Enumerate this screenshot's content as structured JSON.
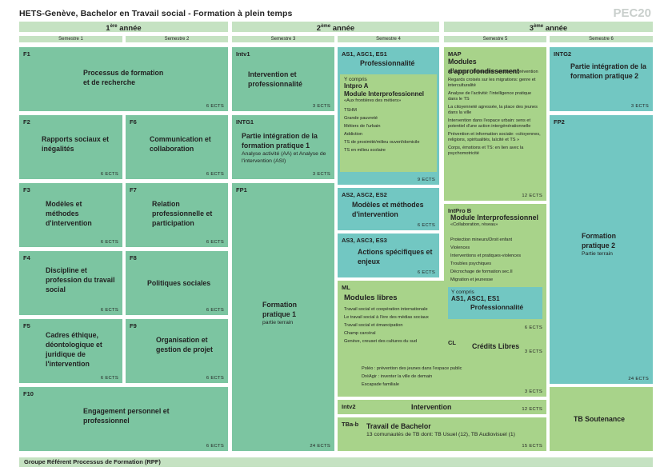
{
  "title": "HETS-Genève, Bachelor en Travail social - Formation à plein temps",
  "tag": "PEC20",
  "years": [
    {
      "num": "1",
      "sup": "ère",
      "label": " année"
    },
    {
      "num": "2",
      "sup": "ème",
      "label": " année"
    },
    {
      "num": "3",
      "sup": "ème",
      "label": " année"
    }
  ],
  "semesters": [
    "Semestre 1",
    "Semestre 2",
    "Semestre 3",
    "Semestre 4",
    "Semestre 5",
    "Semestre 6"
  ],
  "modules": {
    "f1": {
      "code": "F1",
      "name": "Processus de formation et de recherche",
      "ects": "6 ECTS"
    },
    "f2": {
      "code": "F2",
      "name": "Rapports sociaux et inégalités",
      "ects": "6 ECTS"
    },
    "f6": {
      "code": "F6",
      "name": "Communication et collaboration",
      "ects": "6 ECTS"
    },
    "f3": {
      "code": "F3",
      "name": "Modèles et méthodes d'intervention",
      "ects": "6 ECTS"
    },
    "f7": {
      "code": "F7",
      "name": "Relation professionnelle et participation",
      "ects": "6 ECTS"
    },
    "f4": {
      "code": "F4",
      "name": "Discipline et profession du travail social",
      "ects": "6 ECTS"
    },
    "f8": {
      "code": "F8",
      "name": "Politiques sociales",
      "ects": "6 ECTS"
    },
    "f5": {
      "code": "F5",
      "name": "Cadres éthique, déontologique et juridique de l'intervention",
      "ects": "6 ECTS"
    },
    "f9": {
      "code": "F9",
      "name": "Organisation et gestion de projet",
      "ects": "6 ECTS"
    },
    "f10": {
      "code": "F10",
      "name": "Engagement personnel et professionnel",
      "ects": "6 ECTS"
    },
    "intv1": {
      "code": "Intv1",
      "name": "Intervention et professionnalité",
      "ects": "3 ECTS"
    },
    "intg1": {
      "code": "INTG1",
      "name": "Partie intégration de la formation pratique 1",
      "sub": "Analyse activité (AA) et Analyse de l'intervention (ASI)",
      "ects": "3 ECTS"
    },
    "fp1": {
      "code": "FP1",
      "name": "Formation pratique 1",
      "sub": "partie terrain",
      "ects": "24 ECTS"
    },
    "as1": {
      "code": "AS1, ASC1, ES1",
      "name": "Professionnalité",
      "ects": "9 ECTS",
      "inner_pre": "Y compris",
      "inner_code": "Intpro A",
      "inner_name": "Module Interprofessionnel",
      "inner_sub": "«Aux frontières des métiers»",
      "items": [
        "TSHM",
        "Grande pauvreté",
        "Métiers de l'urbain",
        "Addiction",
        "TS de proximité/milieu ouvert/domicile",
        "TS en milieu scolaire"
      ]
    },
    "as2": {
      "code": "AS2, ASC2, ES2",
      "name": "Modèles et méthodes d'intervention",
      "ects": "6 ECTS"
    },
    "as3": {
      "code": "AS3, ASC3, ES3",
      "name": "Actions spécifiques et enjeux",
      "ects": "6 ECTS"
    },
    "ml": {
      "code": "ML",
      "name": "Modules libres",
      "ects": "3 ECTS",
      "items": [
        "Travail social et coopération internationale",
        "Le travail social à l'ère des médias sociaux",
        "Travail social et émancipation",
        "Champ carcéral",
        "Genève, creuset des cultures du sud"
      ],
      "items2": [
        "Poléo : prévention des jeunes dans l'espace public",
        "DréAgir : inventer la ville de demain",
        "Escapade familiale"
      ]
    },
    "intv2": {
      "code": "Intv2",
      "name": "Intervention",
      "ects": "12 ECTS"
    },
    "tb": {
      "code": "TBa-b",
      "name": "Travail de Bachelor",
      "sub": "13 comunautés de TB dont: TB Usuel (12), TB Audiovisuel (1)",
      "ects": "15 ECTS"
    },
    "map": {
      "code": "MAP",
      "name": "Modules d'approfondissement",
      "ects": "12 ECTS",
      "items": [
        "Addictions - intervention sociale et prévention",
        "Regards croisés sur les migrations: genre et interculturalité",
        "Analyse de l'activité: l'intelligence pratique dans le TS",
        "La citoyenneté agressée, la place des jeunes dans la ville",
        "Intervention dans l'espace urbain: sens et potentiel d'une action intergénérationnelle",
        "Prévention et information sociale: «citoyennes, religions, spiritualités, laïcité et TS »",
        "Corps, émotions et TS: en lien avec la psychomotricité"
      ]
    },
    "intprob": {
      "code": "IntPro B",
      "name": "Module Interprofessionnel",
      "sub": "«Collaboration, réseau»",
      "ects": "6 ECTS",
      "items": [
        "Protection mineurs/Droit enfant",
        "Violences",
        "Interventions et pratiques-violences",
        "Troubles psychiques",
        "Décrochage de formation sec.II",
        "Migration et jeunesse"
      ],
      "inner_pre": "Y compris",
      "inner_code": "AS1, ASC1, ES1",
      "inner_name": "Professionnalité"
    },
    "cl": {
      "code": "CL",
      "name": "Crédits Libres",
      "ects": "3 ECTS"
    },
    "intg2": {
      "code": "INTG2",
      "name": "Partie intégration de la formation pratique 2",
      "ects": "3 ECTS"
    },
    "fp2": {
      "code": "FP2",
      "name": "Formation pratique 2",
      "sub": "Partie terrain",
      "ects": "24 ECTS"
    },
    "tbs": {
      "name": "TB Soutenance"
    }
  },
  "footer": "Groupe Référent Processus de Formation (RPF)"
}
